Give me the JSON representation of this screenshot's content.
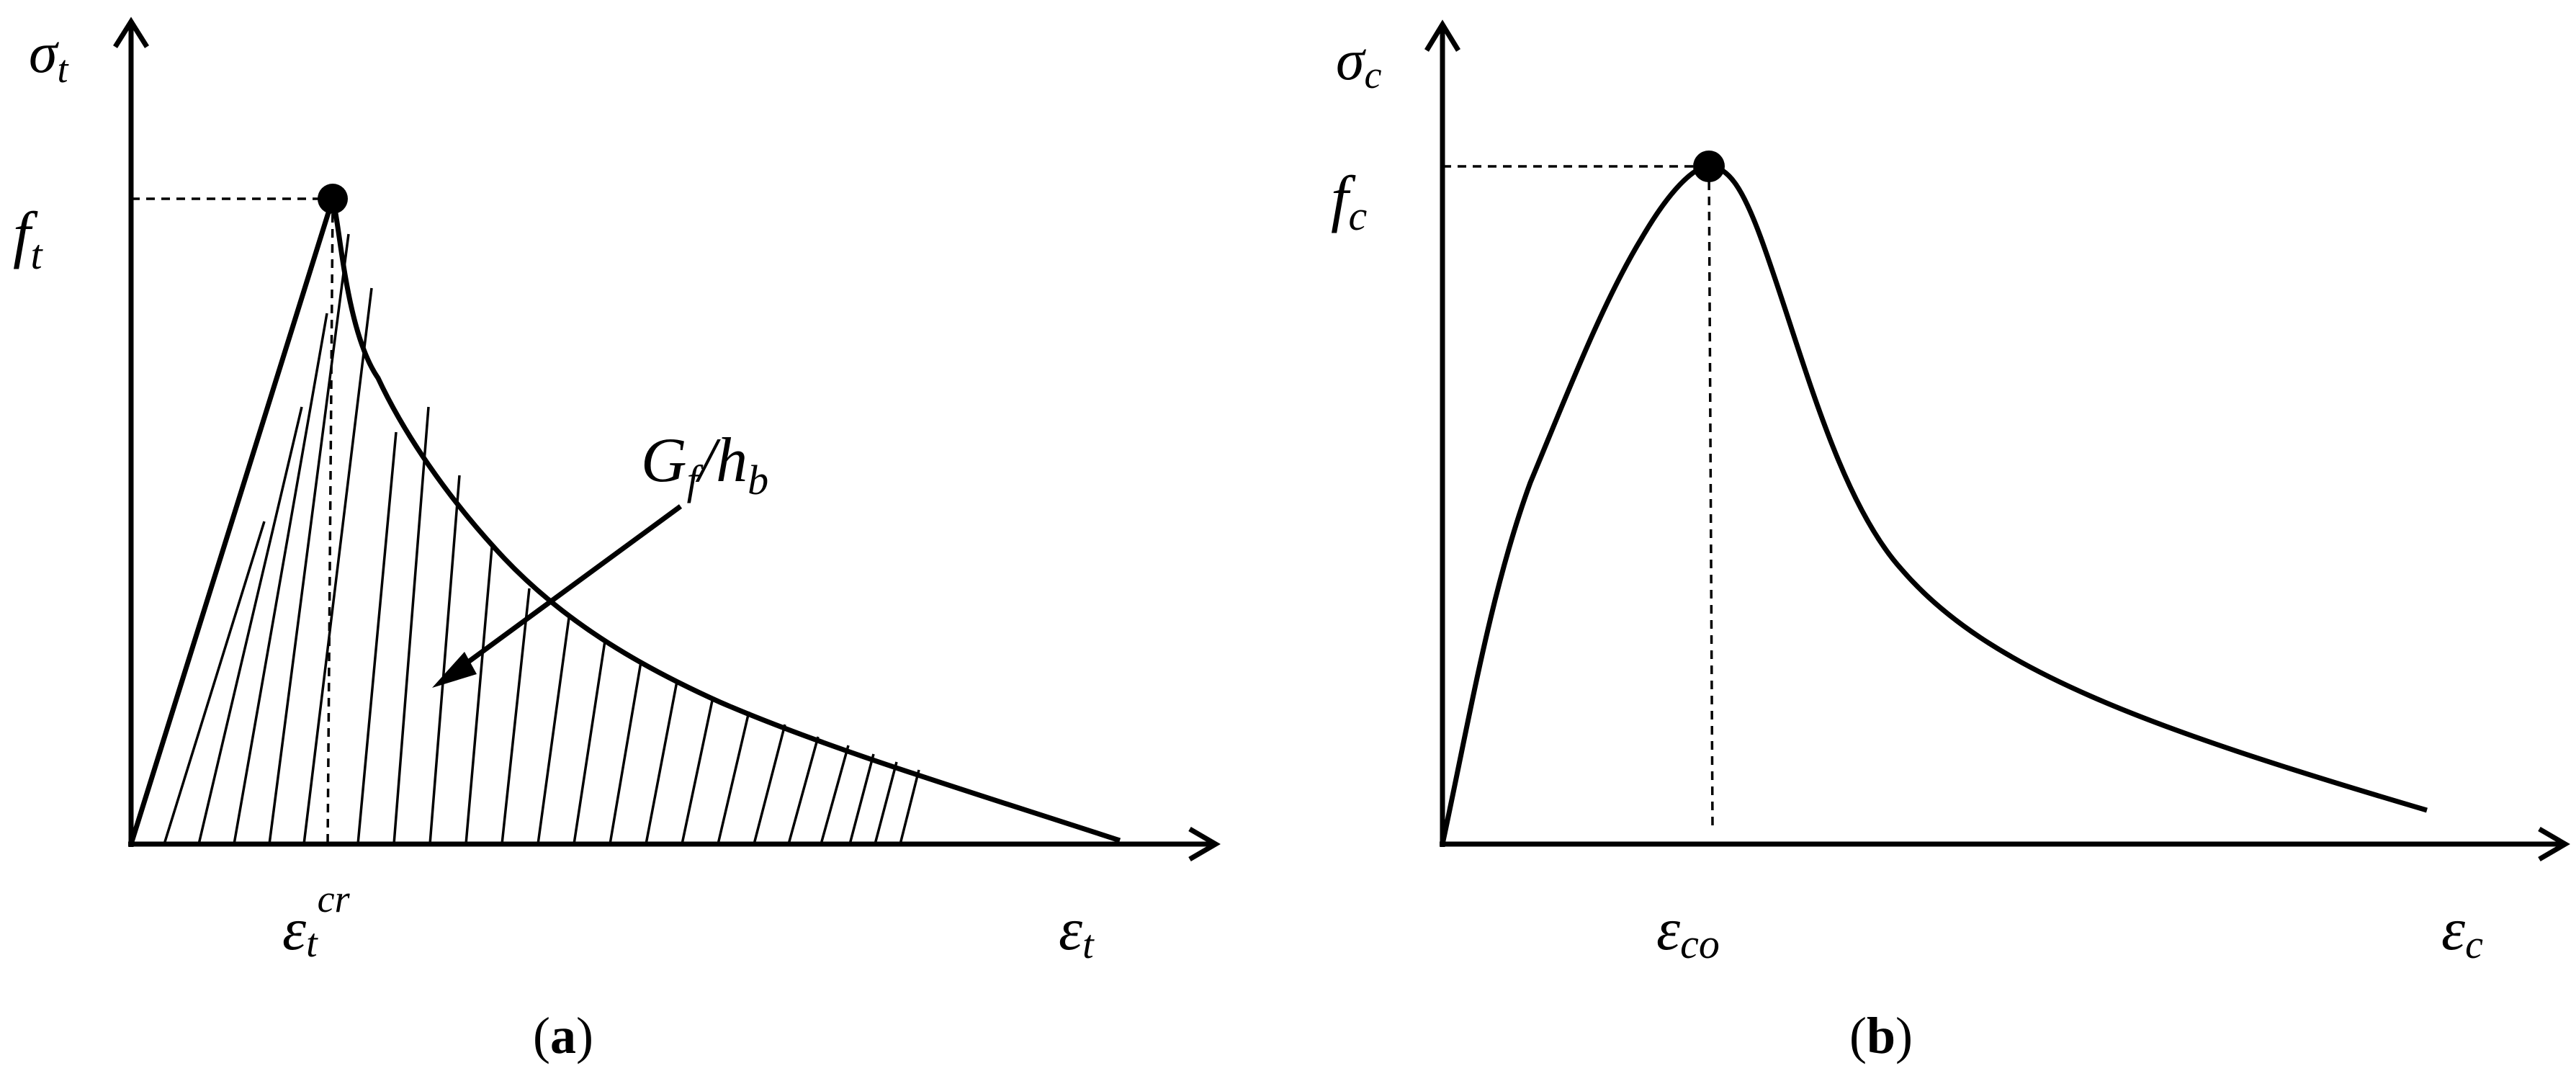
{
  "panel_a": {
    "y_axis_label": {
      "main": "σ",
      "sub": "t"
    },
    "x_axis_label": {
      "main": "ε",
      "sub": "t"
    },
    "peak_value_label": {
      "main": "f",
      "sub": "t"
    },
    "peak_strain_label": {
      "main": "ε",
      "sub": "t",
      "sup": "cr"
    },
    "area_label": {
      "g": "G",
      "g_sub": "f",
      "slash": "/h",
      "h_sub": "b"
    },
    "caption": {
      "open": "(",
      "letter": "a",
      "close": ")"
    }
  },
  "panel_b": {
    "y_axis_label": {
      "main": "σ",
      "sub": "c"
    },
    "x_axis_label": {
      "main": "ε",
      "sub": "c"
    },
    "peak_value_label": {
      "main": "f",
      "sub": "c"
    },
    "peak_strain_label": {
      "main": "ε",
      "sub": "co"
    },
    "caption": {
      "open": "(",
      "letter": "b",
      "close": ")"
    }
  }
}
